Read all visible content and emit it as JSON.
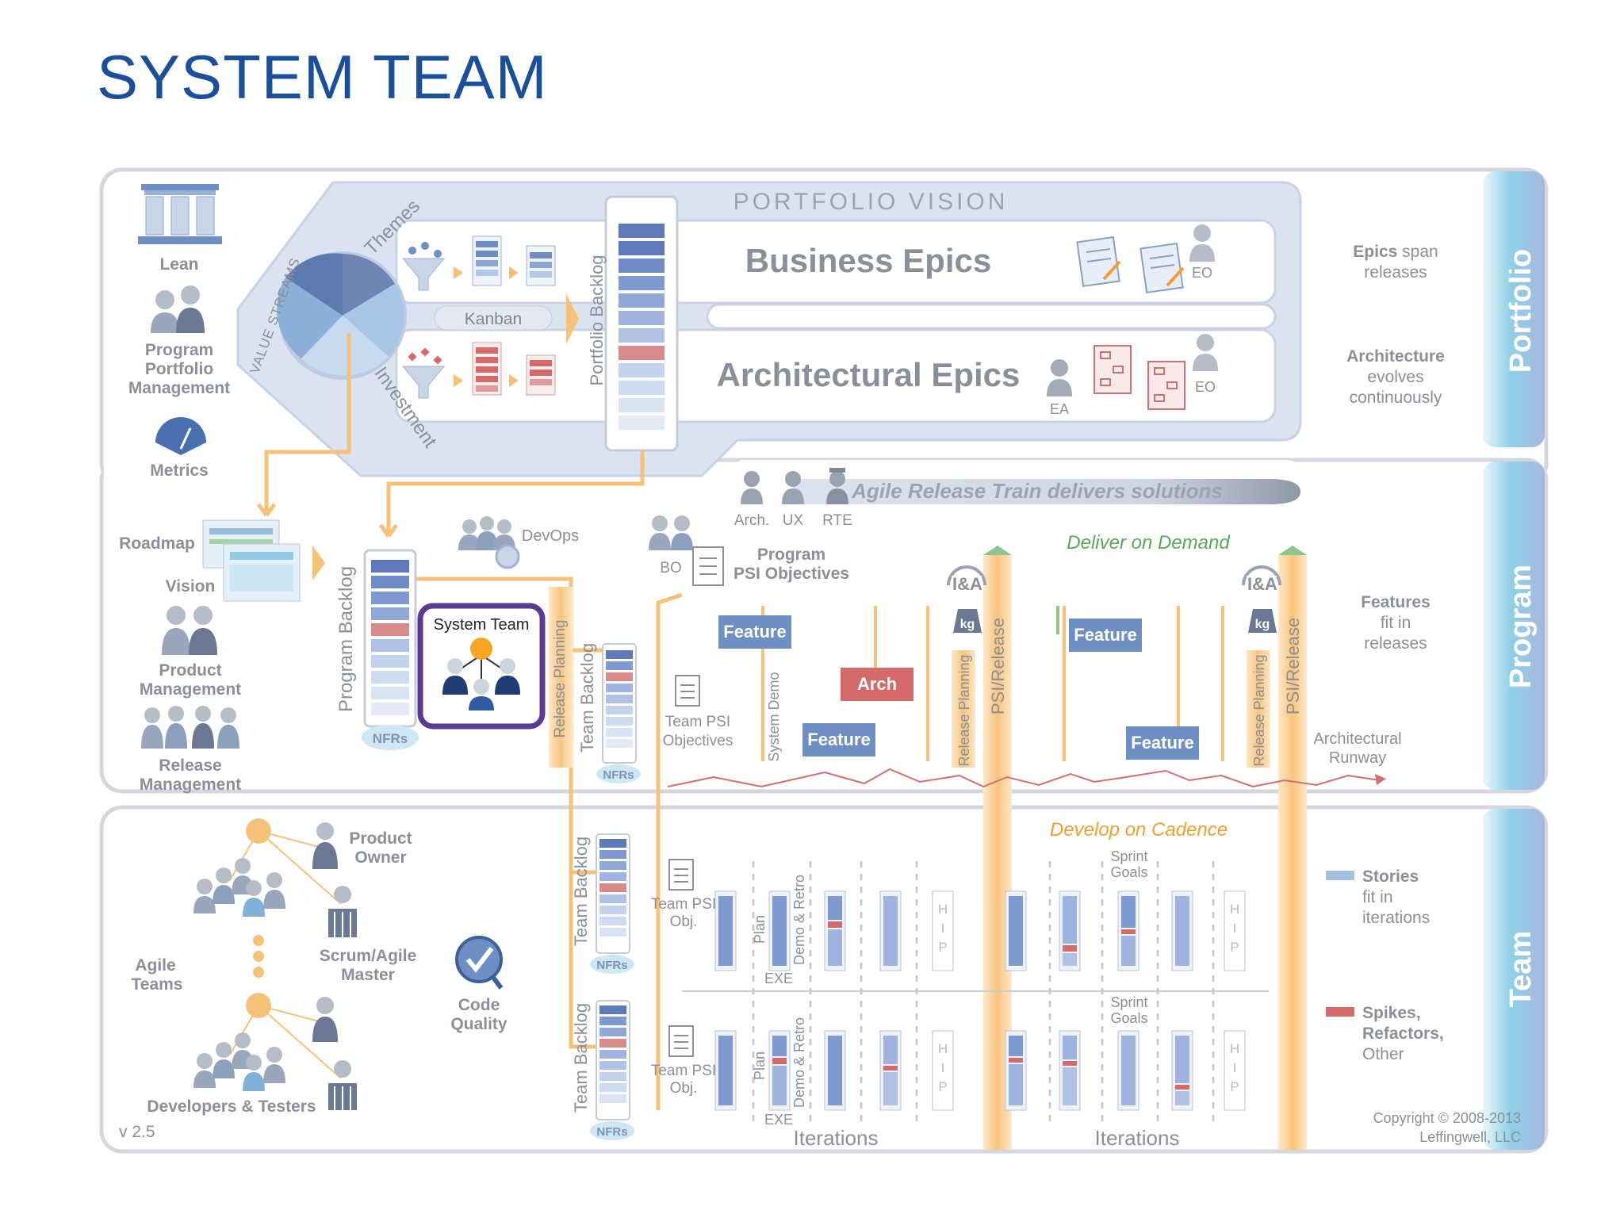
{
  "title": "SYSTEM TEAM",
  "version": "v 2.5",
  "copyright": [
    "Copyright © 2008-2013",
    "Leffingwell, LLC"
  ],
  "colors": {
    "title": "#1a4f9c",
    "band": "#8fd0e6",
    "orange": "#f6c27a",
    "feature": "#6d8fc4",
    "arch": "#d46a6a",
    "system_team_border": "#5a3b8f"
  },
  "levels": {
    "portfolio": {
      "label": "Portfolio",
      "left": {
        "lean": "Lean",
        "ppm": [
          "Program",
          "Portfolio",
          "Management"
        ],
        "metrics": "Metrics"
      },
      "vision": "PORTFOLIO VISION",
      "value_streams": "VALUE STREAMS",
      "themes": "Themes",
      "investment": "Investment",
      "kanban": "Kanban",
      "backlog": "Portfolio Backlog",
      "business_epics": "Business Epics",
      "architectural_epics": "Architectural Epics",
      "eo": "EO",
      "ea": "EA",
      "right": [
        {
          "strong": "Epics",
          "rest": " span",
          "line2": "releases"
        },
        {
          "strong": "Architecture",
          "line2": "evolves",
          "line3": "continuously"
        }
      ]
    },
    "program": {
      "label": "Program",
      "left": {
        "roadmap": "Roadmap",
        "vision": "Vision",
        "pm": [
          "Product",
          "Management"
        ],
        "rm": [
          "Release",
          "Management"
        ]
      },
      "backlog": "Program Backlog",
      "nfrs": "NFRs",
      "devops": "DevOps",
      "system_team": "System Team",
      "roles": [
        "Arch.",
        "UX",
        "RTE"
      ],
      "art": "Agile Release Train delivers solutions",
      "bo": "BO",
      "psi_objectives": [
        "Program",
        "PSI Objectives"
      ],
      "team_psi_objectives": [
        "Team PSI",
        "Objectives"
      ],
      "release_planning": "Release Planning",
      "system_demo": "System Demo",
      "psi_release": "PSI/Release",
      "ia": "I&A",
      "kg": "kg",
      "deliver": "Deliver on Demand",
      "feature": "Feature",
      "arch": "Arch",
      "runway": [
        "Architectural",
        "Runway"
      ],
      "team_backlog": "Team Backlog",
      "right": {
        "strong": "Features",
        "line2": "fit in",
        "line3": "releases"
      }
    },
    "team": {
      "label": "Team",
      "product_owner": [
        "Product",
        "Owner"
      ],
      "scrum_master": [
        "Scrum/Agile",
        "Master"
      ],
      "agile_teams": [
        "Agile",
        "Teams"
      ],
      "devs": "Developers & Testers",
      "code_quality": [
        "Code",
        "Quality"
      ],
      "team_backlog": "Team Backlog",
      "nfrs": "NFRs",
      "team_psi_obj": [
        "Team PSI",
        "Obj."
      ],
      "develop": "Develop on Cadence",
      "sprint_goals": [
        "Sprint",
        "Goals"
      ],
      "plan": "Plan",
      "exe": "EXE",
      "demo_retro": "Demo & Retro",
      "hip": [
        "H",
        "I",
        "P"
      ],
      "iterations": "Iterations",
      "right": [
        {
          "strong": "Stories",
          "line2": "fit in",
          "line3": "iterations"
        },
        {
          "strong": "Spikes,",
          "line2": "Refactors,",
          "line3": "Other"
        }
      ]
    }
  }
}
